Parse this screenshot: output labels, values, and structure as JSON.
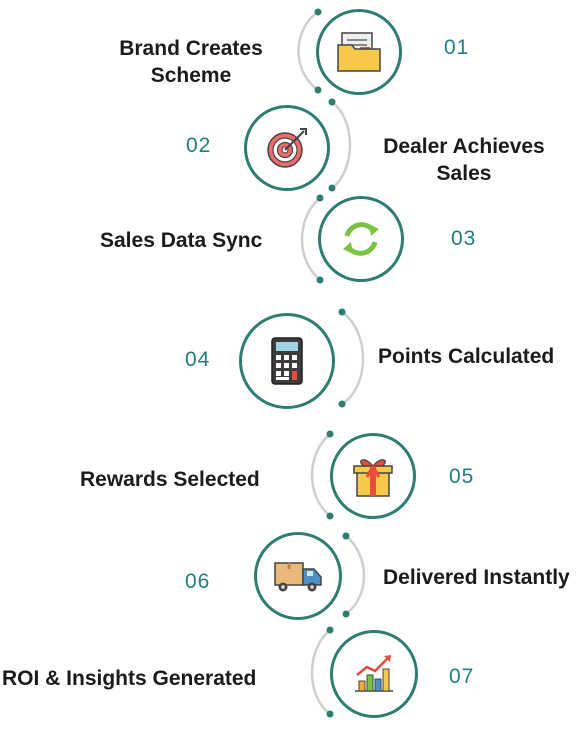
{
  "steps": [
    {
      "number": "01",
      "title": "Brand Creates Scheme",
      "icon": "folder-icon"
    },
    {
      "number": "02",
      "title": "Dealer Achieves Sales",
      "icon": "target-icon"
    },
    {
      "number": "03",
      "title": "Sales Data Sync",
      "icon": "sync-icon"
    },
    {
      "number": "04",
      "title": "Points Calculated",
      "icon": "calculator-icon"
    },
    {
      "number": "05",
      "title": "Rewards Selected",
      "icon": "gift-icon"
    },
    {
      "number": "06",
      "title": "Delivered Instantly",
      "icon": "delivery-truck-icon"
    },
    {
      "number": "07",
      "title": "ROI & Insights Generated",
      "icon": "growth-chart-icon"
    }
  ],
  "colors": {
    "accent": "#2e7d73",
    "number": "#1f7f80",
    "arc": "#c9c9c9",
    "text": "#1b1b1b"
  }
}
